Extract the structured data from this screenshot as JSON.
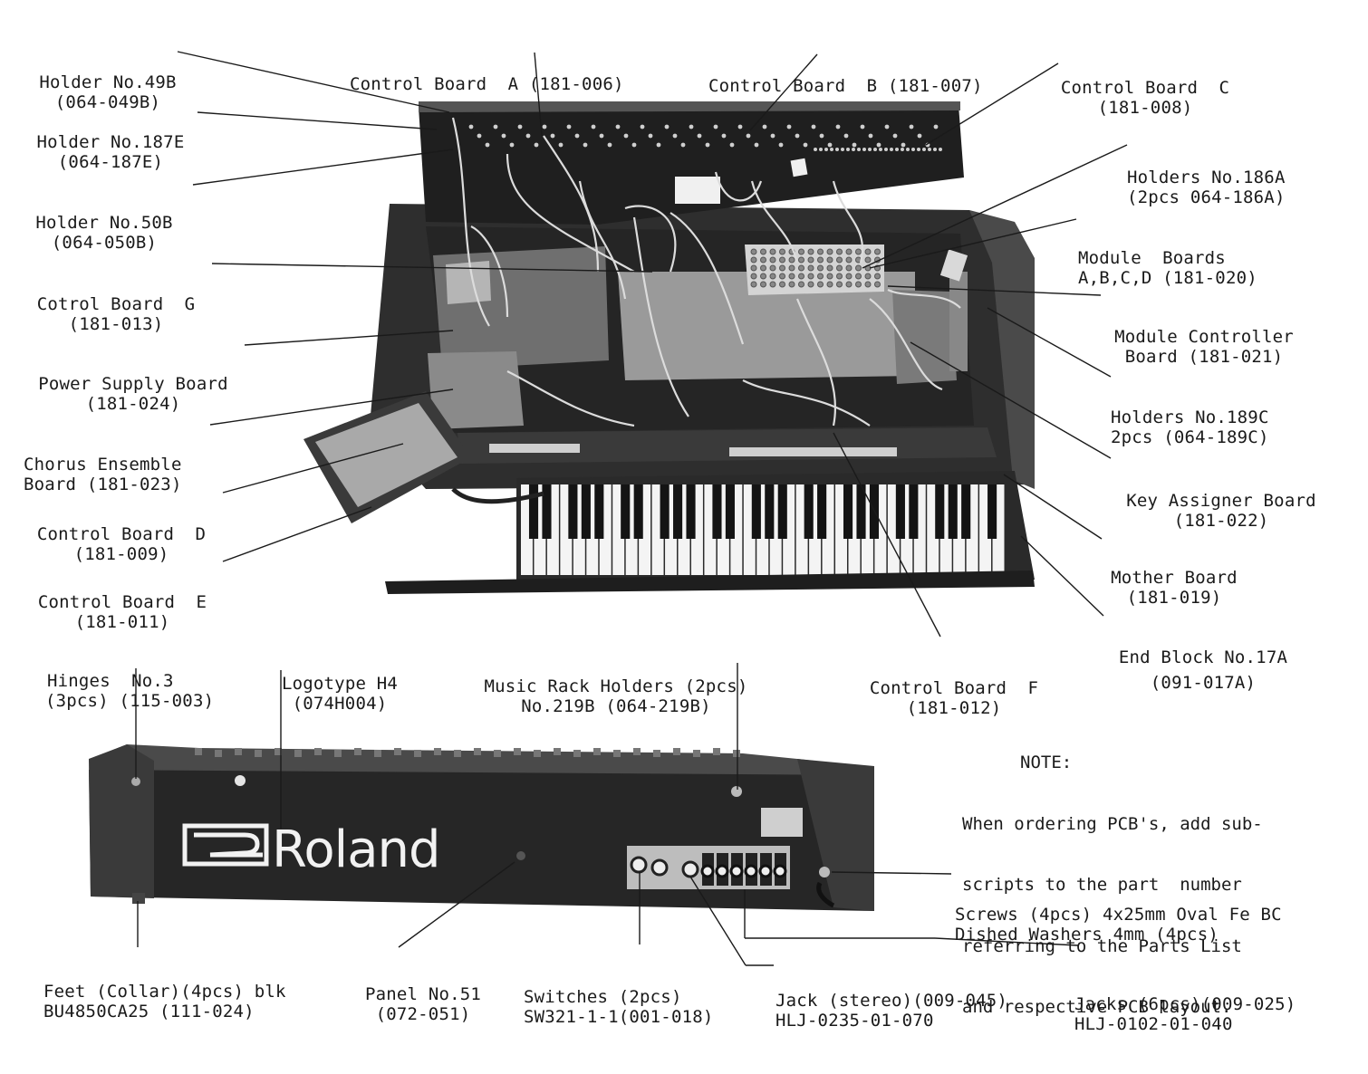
{
  "labels": {
    "holder49b": [
      "Holder No.49B",
      "(064-049B)"
    ],
    "holder187e": [
      "Holder No.187E",
      "(064-187E)"
    ],
    "holder50b": [
      "Holder No.50B",
      "(064-050B)"
    ],
    "cboard_g": [
      "Cotrol Board  G",
      "(181-013)"
    ],
    "psu": [
      "Power Supply Board",
      "(181-024)"
    ],
    "chorus": [
      "Chorus Ensemble",
      "Board (181-023)"
    ],
    "cboard_d": [
      "Control Board  D",
      "(181-009)"
    ],
    "cboard_e": [
      "Control Board  E",
      "(181-011)"
    ],
    "cboard_a": [
      "Control Board  A (181-006)"
    ],
    "cboard_b": [
      "Control Board  B (181-007)"
    ],
    "cboard_c": [
      "Control Board  C",
      "(181-008)"
    ],
    "holders186a": [
      "Holders No.186A",
      "(2pcs 064-186A)"
    ],
    "module_boards": [
      "Module  Boards",
      "A,B,C,D (181-020)"
    ],
    "module_ctrl": [
      "Module Controller",
      "Board (181-021)"
    ],
    "holders189c": [
      "Holders No.189C",
      "2pcs (064-189C)"
    ],
    "key_assigner": [
      "Key Assigner Board",
      "(181-022)"
    ],
    "mother": [
      "Mother Board",
      "(181-019)"
    ],
    "end_block": [
      "End Block No.17A",
      "(091-017A)"
    ],
    "cboard_f": [
      "Control Board  F",
      "(181-012)"
    ],
    "hinges": [
      "Hinges  No.3",
      "(3pcs) (115-003)"
    ],
    "logotype": [
      "Logotype H4",
      "(074H004)"
    ],
    "music_rack": [
      "Music Rack Holders (2pcs)",
      "No.219B (064-219B)"
    ],
    "feet": [
      "Feet (Collar)(4pcs) blk",
      "BU4850CA25 (111-024)"
    ],
    "panel": [
      "Panel No.51",
      "(072-051)"
    ],
    "switches": [
      "Switches (2pcs)",
      "SW321-1-1(001-018)"
    ],
    "jack_stereo": [
      "Jack (stereo)(009-045)",
      "HLJ-0235-01-070"
    ],
    "jacks": [
      "Jacks (6pcs)(009-025)",
      "HLJ-0102-01-040"
    ],
    "screws": [
      "Screws (4pcs) 4x25mm Oval Fe BC",
      "Dished Washers 4mm (4pcs)"
    ]
  },
  "note": {
    "title": "NOTE:",
    "lines": [
      "When ordering PCB's, add sub-",
      "scripts to the part  number",
      "referring to the Parts List",
      "and respective PCB layout."
    ]
  },
  "logo": {
    "text": "Roland"
  },
  "colors": {
    "ink": "#1a1a1a",
    "paper": "#ffffff",
    "chassis": "#2b2b2b",
    "panel": "#3a3a3a",
    "board": "#bdbdbd",
    "key_white": "#f4f4f4",
    "key_black": "#141414"
  }
}
